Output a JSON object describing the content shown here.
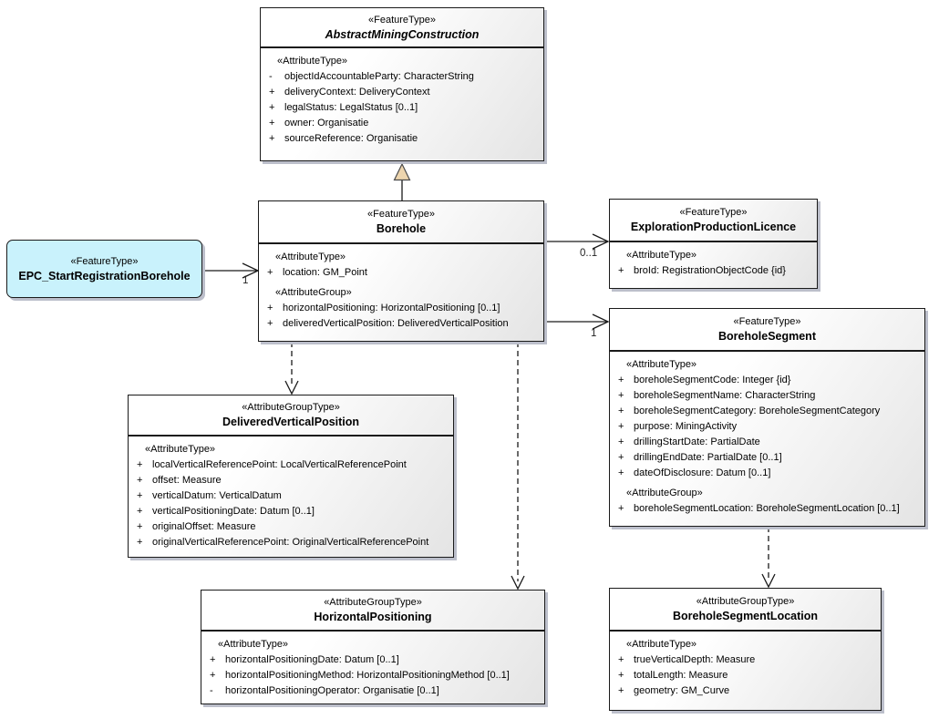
{
  "diagram": {
    "type": "uml-class-diagram",
    "colors": {
      "background": "#ffffff",
      "box_fill_start": "#ffffff",
      "box_fill_end": "#e4e4e4",
      "box_border": "#1a1a1a",
      "shadow": "#bcbfcb",
      "highlight_fill": "#c9f2fc",
      "generalization_arrow_fill": "#edd5ae",
      "line": "#1a1a1a"
    }
  },
  "classes": {
    "abstract_mining_construction": {
      "stereotype": "«FeatureType»",
      "name": "AbstractMiningConstruction",
      "sections": [
        {
          "header": "«AttributeType»",
          "rows": [
            {
              "vis": "-",
              "text": "objectIdAccountableParty: CharacterString"
            },
            {
              "vis": "+",
              "text": "deliveryContext: DeliveryContext"
            },
            {
              "vis": "+",
              "text": "legalStatus: LegalStatus [0..1]"
            },
            {
              "vis": "+",
              "text": "owner: Organisatie"
            },
            {
              "vis": "+",
              "text": "sourceReference: Organisatie"
            }
          ]
        }
      ]
    },
    "borehole": {
      "stereotype": "«FeatureType»",
      "name": "Borehole",
      "sections": [
        {
          "header": "«AttributeType»",
          "rows": [
            {
              "vis": "+",
              "text": "location: GM_Point"
            }
          ]
        },
        {
          "header": "«AttributeGroup»",
          "rows": [
            {
              "vis": "+",
              "text": "horizontalPositioning: HorizontalPositioning [0..1]"
            },
            {
              "vis": "+",
              "text": "deliveredVerticalPosition: DeliveredVerticalPosition"
            }
          ]
        }
      ]
    },
    "epc_start_registration_borehole": {
      "stereotype": "«FeatureType»",
      "name": "EPC_StartRegistrationBorehole"
    },
    "exploration_production_licence": {
      "stereotype": "«FeatureType»",
      "name": "ExplorationProductionLicence",
      "sections": [
        {
          "header": "«AttributeType»",
          "rows": [
            {
              "vis": "+",
              "text": "broId: RegistrationObjectCode {id}"
            }
          ]
        }
      ]
    },
    "borehole_segment": {
      "stereotype": "«FeatureType»",
      "name": "BoreholeSegment",
      "sections": [
        {
          "header": "«AttributeType»",
          "rows": [
            {
              "vis": "+",
              "text": "boreholeSegmentCode: Integer {id}"
            },
            {
              "vis": "+",
              "text": "boreholeSegmentName: CharacterString"
            },
            {
              "vis": "+",
              "text": "boreholeSegmentCategory: BoreholeSegmentCategory"
            },
            {
              "vis": "+",
              "text": "purpose: MiningActivity"
            },
            {
              "vis": "+",
              "text": "drillingStartDate: PartialDate"
            },
            {
              "vis": "+",
              "text": "drillingEndDate: PartialDate [0..1]"
            },
            {
              "vis": "+",
              "text": "dateOfDisclosure: Datum [0..1]"
            }
          ]
        },
        {
          "header": "«AttributeGroup»",
          "rows": [
            {
              "vis": "+",
              "text": "boreholeSegmentLocation: BoreholeSegmentLocation [0..1]"
            }
          ]
        }
      ]
    },
    "delivered_vertical_position": {
      "stereotype": "«AttributeGroupType»",
      "name": "DeliveredVerticalPosition",
      "sections": [
        {
          "header": "«AttributeType»",
          "rows": [
            {
              "vis": "+",
              "text": "localVerticalReferencePoint: LocalVerticalReferencePoint"
            },
            {
              "vis": "+",
              "text": "offset: Measure"
            },
            {
              "vis": "+",
              "text": "verticalDatum: VerticalDatum"
            },
            {
              "vis": "+",
              "text": "verticalPositioningDate: Datum [0..1]"
            },
            {
              "vis": "+",
              "text": "originalOffset: Measure"
            },
            {
              "vis": "+",
              "text": "originalVerticalReferencePoint: OriginalVerticalReferencePoint"
            }
          ]
        }
      ]
    },
    "horizontal_positioning": {
      "stereotype": "«AttributeGroupType»",
      "name": "HorizontalPositioning",
      "sections": [
        {
          "header": "«AttributeType»",
          "rows": [
            {
              "vis": "+",
              "text": "horizontalPositioningDate: Datum [0..1]"
            },
            {
              "vis": "+",
              "text": "horizontalPositioningMethod: HorizontalPositioningMethod [0..1]"
            },
            {
              "vis": "-",
              "text": "horizontalPositioningOperator: Organisatie [0..1]"
            }
          ]
        }
      ]
    },
    "borehole_segment_location": {
      "stereotype": "«AttributeGroupType»",
      "name": "BoreholeSegmentLocation",
      "sections": [
        {
          "header": "«AttributeType»",
          "rows": [
            {
              "vis": "+",
              "text": "trueVerticalDepth: Measure"
            },
            {
              "vis": "+",
              "text": "totalLength: Measure"
            },
            {
              "vis": "+",
              "text": "geometry: GM_Curve"
            }
          ]
        }
      ]
    }
  },
  "connectors": {
    "borehole_generalizes_abstract_mining_construction": {
      "type": "generalization"
    },
    "epc_to_borehole": {
      "type": "association",
      "target_multiplicity": "1"
    },
    "borehole_to_licence": {
      "type": "association",
      "target_multiplicity": "0..1"
    },
    "borehole_to_segment": {
      "type": "association",
      "target_multiplicity": "1"
    },
    "borehole_to_delivered_vertical_position": {
      "type": "dependency"
    },
    "borehole_to_horizontal_positioning": {
      "type": "dependency"
    },
    "segment_to_segment_location": {
      "type": "dependency"
    }
  }
}
